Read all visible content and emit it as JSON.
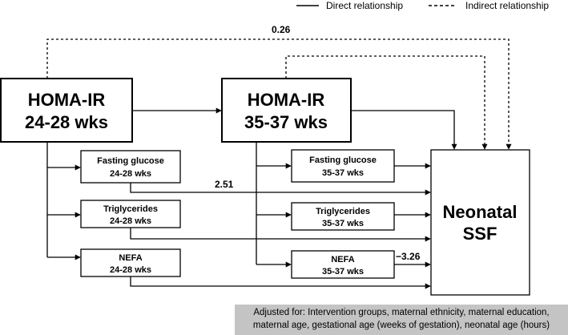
{
  "legend": {
    "direct_label": "Direct relationship",
    "indirect_label": "Indirect relationship"
  },
  "boxes": {
    "homa_early": {
      "line1": "HOMA-IR",
      "line2": "24-28 wks"
    },
    "homa_late": {
      "line1": "HOMA-IR",
      "line2": "35-37 wks"
    },
    "glucose_early": {
      "line1": "Fasting glucose",
      "line2": "24-28 wks"
    },
    "trig_early": {
      "line1": "Triglycerides",
      "line2": "24-28 wks"
    },
    "nefa_early": {
      "line1": "NEFA",
      "line2": "24-28 wks"
    },
    "glucose_late": {
      "line1": "Fasting glucose",
      "line2": "35-37 wks"
    },
    "trig_late": {
      "line1": "Triglycerides",
      "line2": "35-37 wks"
    },
    "nefa_late": {
      "line1": "NEFA",
      "line2": "35-37 wks"
    },
    "outcome": {
      "line1": "Neonatal",
      "line2": "SSF"
    }
  },
  "coefficients": {
    "indirect_homa_early": "0.26",
    "glucose_early": "2.51",
    "nefa_late": "−3.26"
  },
  "adjustment_note": {
    "line1": "Adjusted for: Intervention groups, maternal ethnicity, maternal education,",
    "line2": "maternal age, gestational age (weeks of gestation), neonatal age (hours)"
  }
}
